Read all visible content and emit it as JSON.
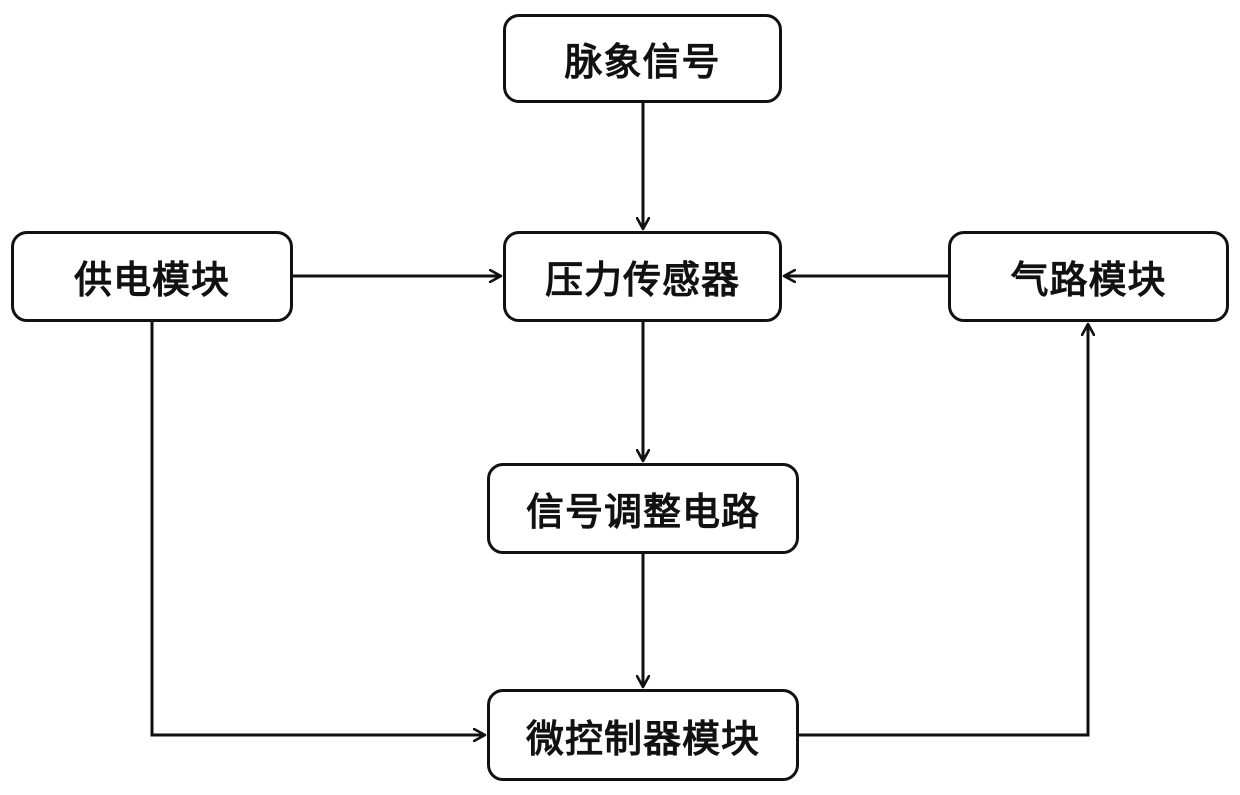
{
  "nodes": {
    "pulse_signal": "脉象信号",
    "pressure_sensor": "压力传感器",
    "power_module": "供电模块",
    "air_module": "气路模块",
    "signal_circuit": "信号调整电路",
    "mcu_module": "微控制器模块"
  },
  "colors": {
    "line": "#111111",
    "box_border": "#111111",
    "background": "#ffffff"
  },
  "edges": [
    {
      "from": "pulse_signal",
      "to": "pressure_sensor"
    },
    {
      "from": "power_module",
      "to": "pressure_sensor"
    },
    {
      "from": "air_module",
      "to": "pressure_sensor"
    },
    {
      "from": "pressure_sensor",
      "to": "signal_circuit"
    },
    {
      "from": "signal_circuit",
      "to": "mcu_module"
    },
    {
      "from": "power_module",
      "to": "mcu_module"
    },
    {
      "from": "mcu_module",
      "to": "air_module"
    }
  ]
}
